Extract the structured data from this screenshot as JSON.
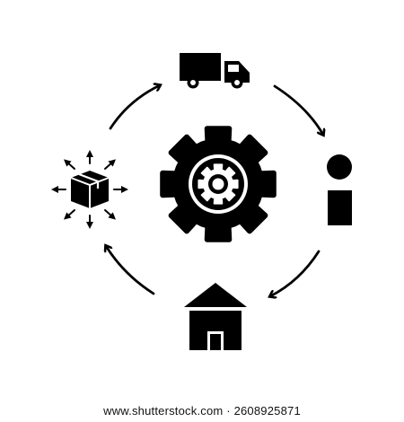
{
  "illustration": {
    "subject": "supply chain cycle icon",
    "icons": [
      "gear-icon",
      "truck-icon",
      "person-icon",
      "house-icon",
      "package-distribution-icon"
    ],
    "arrow_direction": "clockwise"
  },
  "colors": {
    "ink": "#000000",
    "background": "#ffffff"
  },
  "watermark": {
    "text": "www.shutterstock.com · 2608925871",
    "brand": "shutterstock"
  }
}
